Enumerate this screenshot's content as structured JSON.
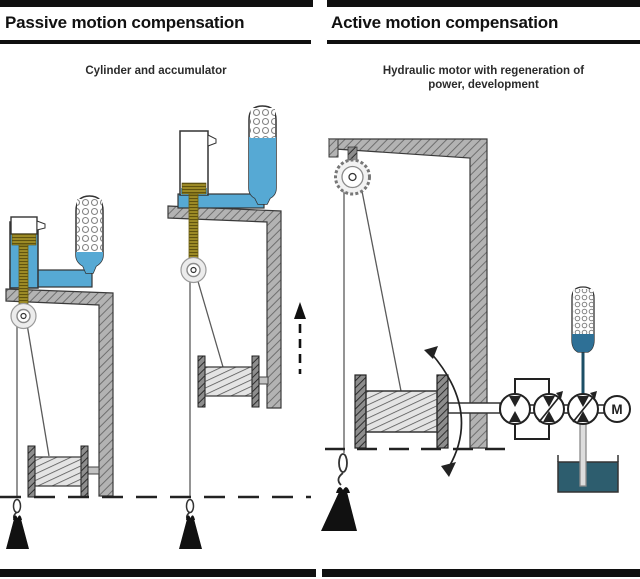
{
  "panels": {
    "passive": {
      "title": "Passive motion compensation",
      "subtitle": "Cylinder and accumulator"
    },
    "active": {
      "title": "Active motion compensation",
      "subtitle": "Hydraulic motor with regeneration of power, development"
    }
  },
  "labels": {
    "electric_motor": "M"
  },
  "colors": {
    "fluid_blue": "#56a9d4",
    "accumulator_liquid_dark": "#2e7096",
    "stem_dark_blue": "#1c4f66",
    "tank_teal": "#2d5d6e",
    "oil_olive": "#9d8b26",
    "structure_gray": "#b3b3b3",
    "bar_black": "#101010",
    "rope_gray": "#5a5a5a"
  }
}
